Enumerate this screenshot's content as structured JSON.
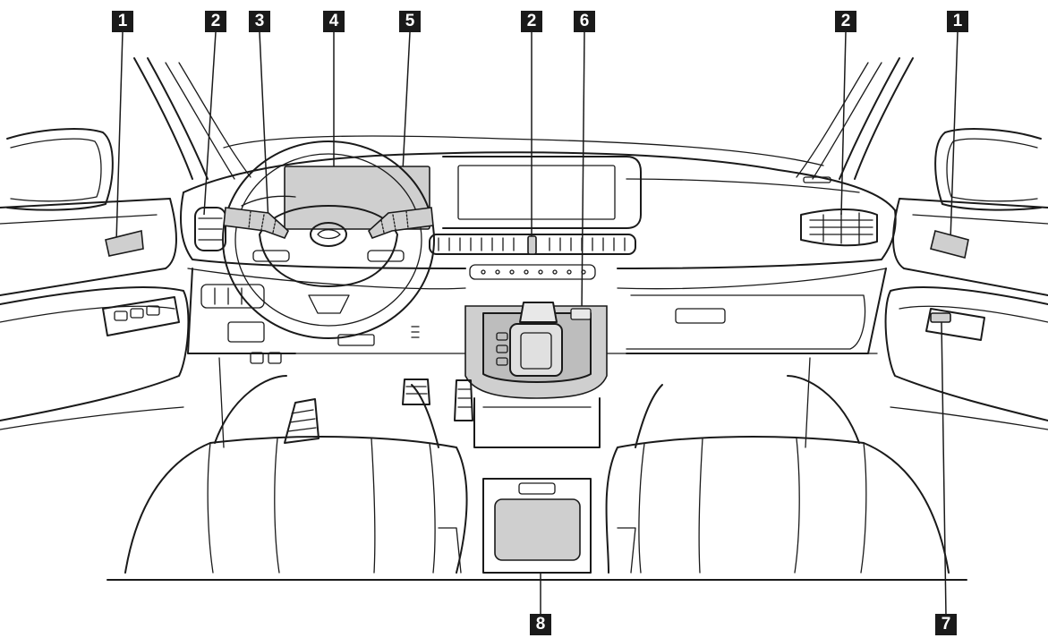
{
  "callouts": {
    "c1_left": "1",
    "c2_left": "2",
    "c3": "3",
    "c4": "4",
    "c5": "5",
    "c2_center": "2",
    "c6": "6",
    "c2_right": "2",
    "c1_right": "1",
    "c8": "8",
    "c7": "7"
  },
  "colors": {
    "line": "#1a1a1a",
    "highlight_fill": "#cfcfcf",
    "callout_fill": "#1a1a1a",
    "callout_text": "#ffffff",
    "background": "#ffffff"
  }
}
